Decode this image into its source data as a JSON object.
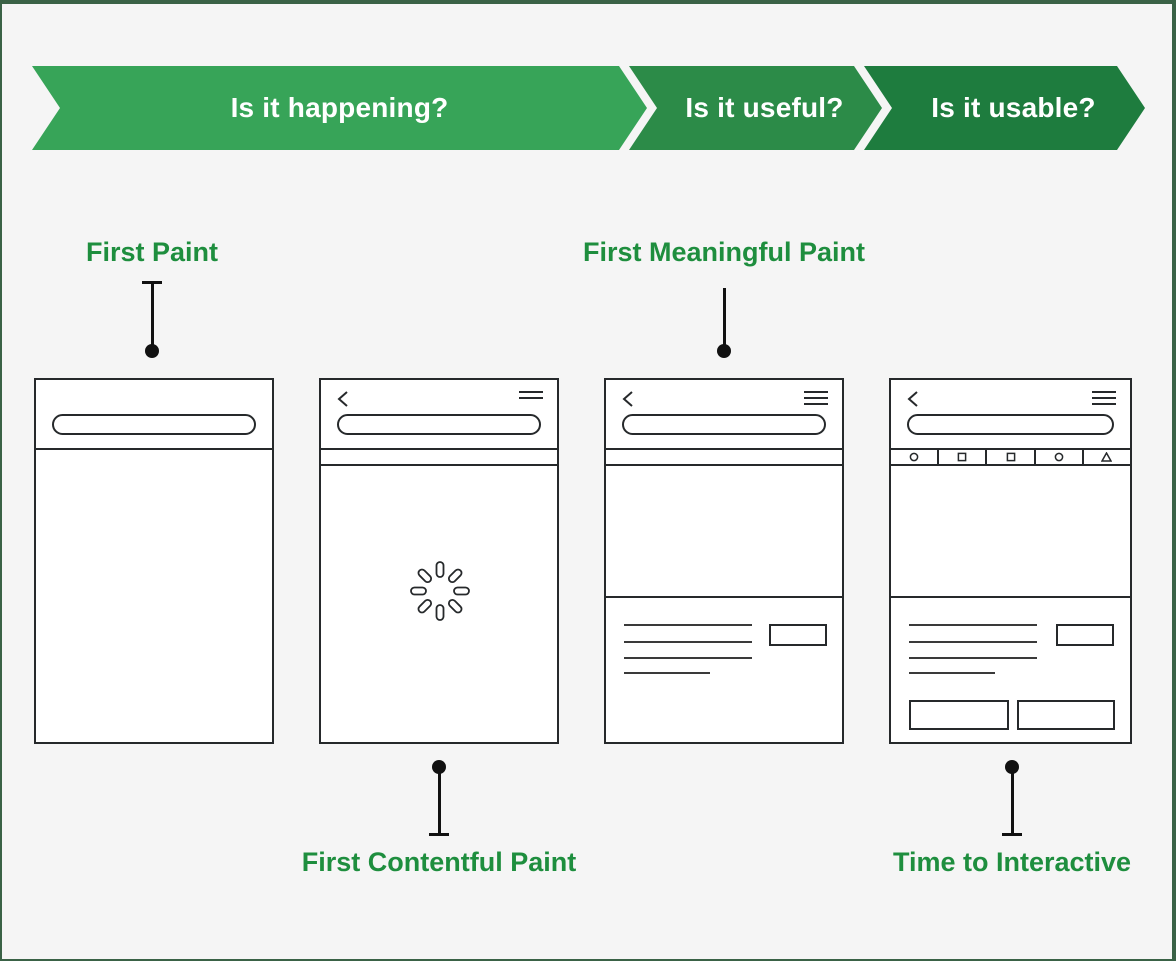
{
  "page": {
    "background": "#F5F5F5",
    "frame_color": "#3A6246"
  },
  "banner": {
    "text_color": "#FFFFFF",
    "segments": [
      {
        "label": "Is it happening?",
        "color": "#37A458"
      },
      {
        "label": "Is it useful?",
        "color": "#2C8B48"
      },
      {
        "label": "Is it usable?",
        "color": "#1E7C3E"
      }
    ]
  },
  "metrics": {
    "label_color": "#1E8E3E",
    "first_paint": {
      "label": "First Paint"
    },
    "first_meaningful_paint": {
      "label": "First Meaningful Paint"
    },
    "first_contentful_paint": {
      "label": "First Contentful Paint"
    },
    "time_to_interactive": {
      "label": "Time to Interactive"
    }
  },
  "phones": {
    "first_paint": {
      "description": "blank browser page with empty url bar"
    },
    "first_contentful_paint": {
      "description": "browser page with back chevron, menu, url bar and loading spinner",
      "icons": [
        "back-icon",
        "menu-icon",
        "spinner-icon"
      ]
    },
    "first_meaningful_paint": {
      "description": "browser page with hero area, text lines and image placeholder",
      "icons": [
        "back-icon",
        "menu-icon"
      ]
    },
    "time_to_interactive": {
      "description": "fully loaded page with shape nav bar, text lines, image placeholder and two buttons",
      "icons": [
        "back-icon",
        "menu-icon"
      ],
      "nav_icons": [
        "circle",
        "square",
        "square",
        "circle",
        "triangle"
      ]
    }
  }
}
